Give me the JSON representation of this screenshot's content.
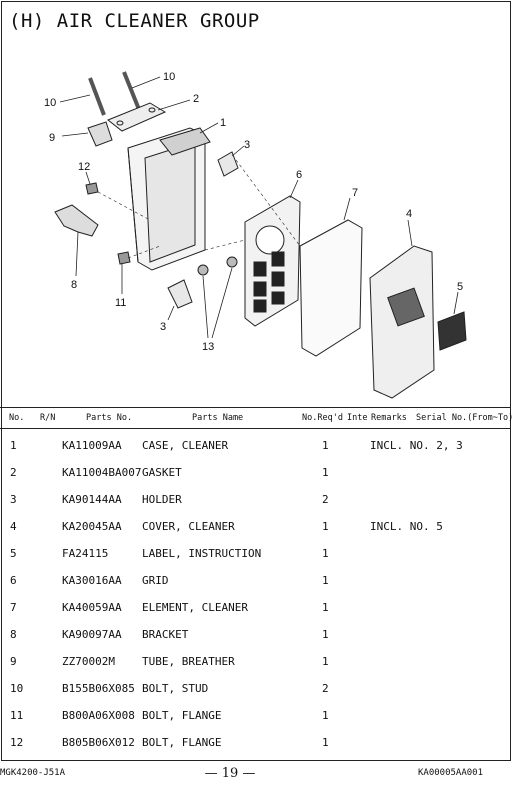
{
  "title": "(H) AIR CLEANER GROUP",
  "diagram_callouts": [
    "10",
    "10",
    "2",
    "9",
    "1",
    "3",
    "12",
    "6",
    "7",
    "4",
    "8",
    "11",
    "5",
    "3",
    "13"
  ],
  "table": {
    "headers": {
      "no": "No.",
      "rn": "R/N",
      "parts_no": "Parts No.",
      "parts_name": "Parts Name",
      "no_reqd": "No.Req'd",
      "inte": "Inte",
      "remarks": "Remarks",
      "serial_no": "Serial No.(From~To)"
    },
    "rows": [
      {
        "no": "1",
        "parts_no": "KA11009AA",
        "parts_name": "CASE, CLEANER",
        "qty": "1",
        "remarks": "INCL. NO. 2, 3"
      },
      {
        "no": "2",
        "parts_no": "KA11004BA007",
        "parts_name": "GASKET",
        "qty": "1",
        "remarks": ""
      },
      {
        "no": "3",
        "parts_no": "KA90144AA",
        "parts_name": "HOLDER",
        "qty": "2",
        "remarks": ""
      },
      {
        "no": "4",
        "parts_no": "KA20045AA",
        "parts_name": "COVER, CLEANER",
        "qty": "1",
        "remarks": "INCL. NO. 5"
      },
      {
        "no": "5",
        "parts_no": "FA24115",
        "parts_name": "LABEL, INSTRUCTION",
        "qty": "1",
        "remarks": ""
      },
      {
        "no": "6",
        "parts_no": "KA30016AA",
        "parts_name": "GRID",
        "qty": "1",
        "remarks": ""
      },
      {
        "no": "7",
        "parts_no": "KA40059AA",
        "parts_name": "ELEMENT, CLEANER",
        "qty": "1",
        "remarks": ""
      },
      {
        "no": "8",
        "parts_no": "KA90097AA",
        "parts_name": "BRACKET",
        "qty": "1",
        "remarks": ""
      },
      {
        "no": "9",
        "parts_no": "ZZ70002M",
        "parts_name": "TUBE, BREATHER",
        "qty": "1",
        "remarks": ""
      },
      {
        "no": "10",
        "parts_no": "B155B06X085",
        "parts_name": "BOLT, STUD",
        "qty": "2",
        "remarks": ""
      },
      {
        "no": "11",
        "parts_no": "B800A06X008",
        "parts_name": "BOLT, FLANGE",
        "qty": "1",
        "remarks": ""
      },
      {
        "no": "12",
        "parts_no": "B805B06X012",
        "parts_name": "BOLT, FLANGE",
        "qty": "1",
        "remarks": ""
      }
    ]
  },
  "footer": {
    "left": "MGK4200-J51A",
    "page": "— 19 —",
    "right": "KA00005AA001"
  }
}
